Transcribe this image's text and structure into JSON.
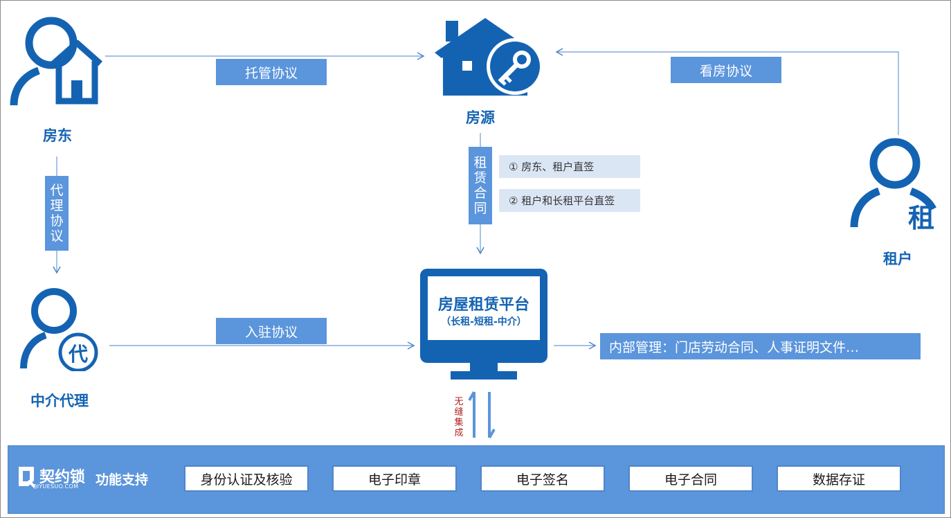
{
  "nodes": {
    "landlord": "房东",
    "property": "房源",
    "tenant": "租户",
    "agent": "中介代理",
    "tenant_icon_char": "租",
    "agent_icon_char": "代"
  },
  "agreements": {
    "custody": "托管协议",
    "viewing": "看房协议",
    "entry": "入驻协议",
    "agency": [
      "代",
      "理",
      "协",
      "议"
    ],
    "lease_contract": [
      "租",
      "赁",
      "合",
      "同"
    ]
  },
  "lease_options": [
    "① 房东、租户直签",
    "② 租户和长租平台直签"
  ],
  "platform": {
    "title": "房屋租赁平台",
    "subtitle": "（长租-短租-中介）"
  },
  "internal_management": "内部管理：门店劳动合同、人事证明文件…",
  "integration": [
    "无",
    "缝",
    "集",
    "成"
  ],
  "bottom": {
    "brand": "契约锁",
    "brand_sub": "QIYUESUO.COM",
    "support_label": "功能支持",
    "features": [
      "身份认证及核验",
      "电子印章",
      "电子签名",
      "电子合同",
      "数据存证"
    ]
  },
  "colors": {
    "primary": "#1463b3",
    "accent_box": "#5b95dc",
    "note_bg": "#dbe6f5",
    "integration_text": "#b02020"
  }
}
